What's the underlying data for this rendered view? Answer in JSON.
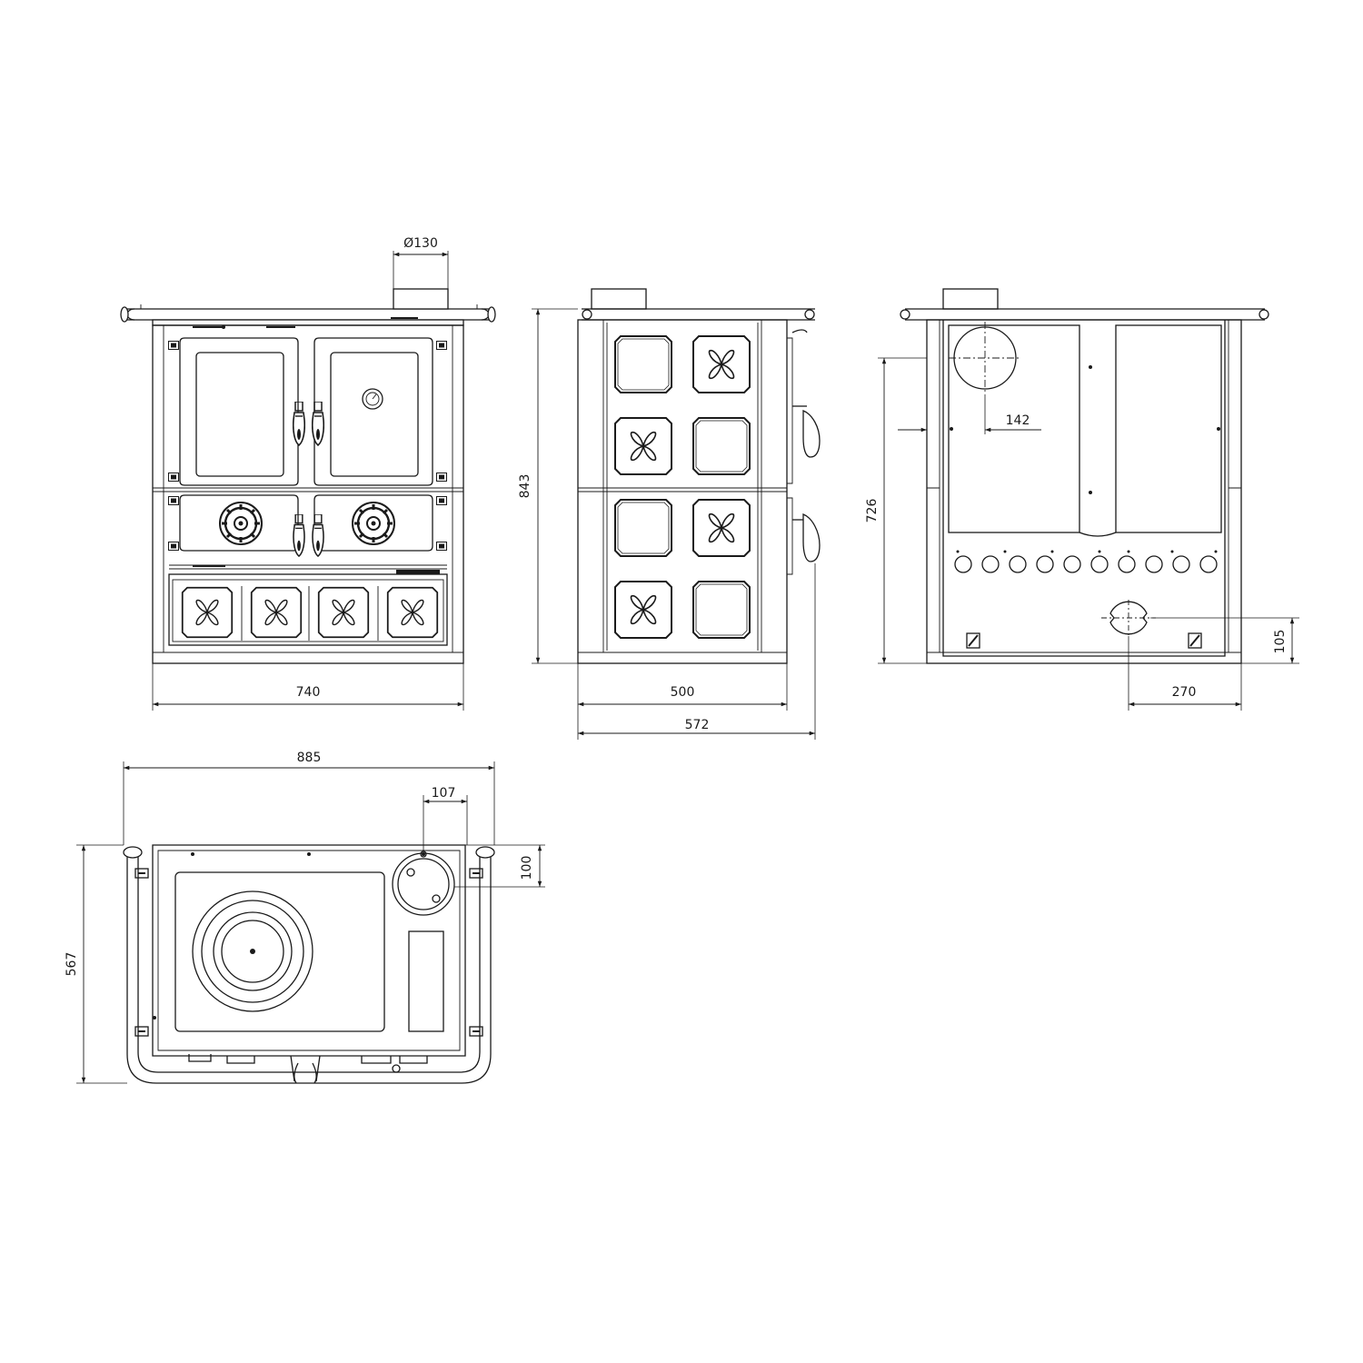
{
  "dimensions": {
    "front_flue_diameter": "Ø130",
    "front_width": "740",
    "side_height": "843",
    "side_depth_body": "500",
    "side_depth_total": "572",
    "rear_height": "726",
    "rear_flue_offset": "142",
    "rear_outlet_offset": "270",
    "rear_outlet_height": "105",
    "top_width": "885",
    "top_depth": "567",
    "top_flue_offset_x": "107",
    "top_flue_offset_y": "100"
  },
  "colors": {
    "line": "#1a1a1a",
    "background": "#ffffff"
  }
}
